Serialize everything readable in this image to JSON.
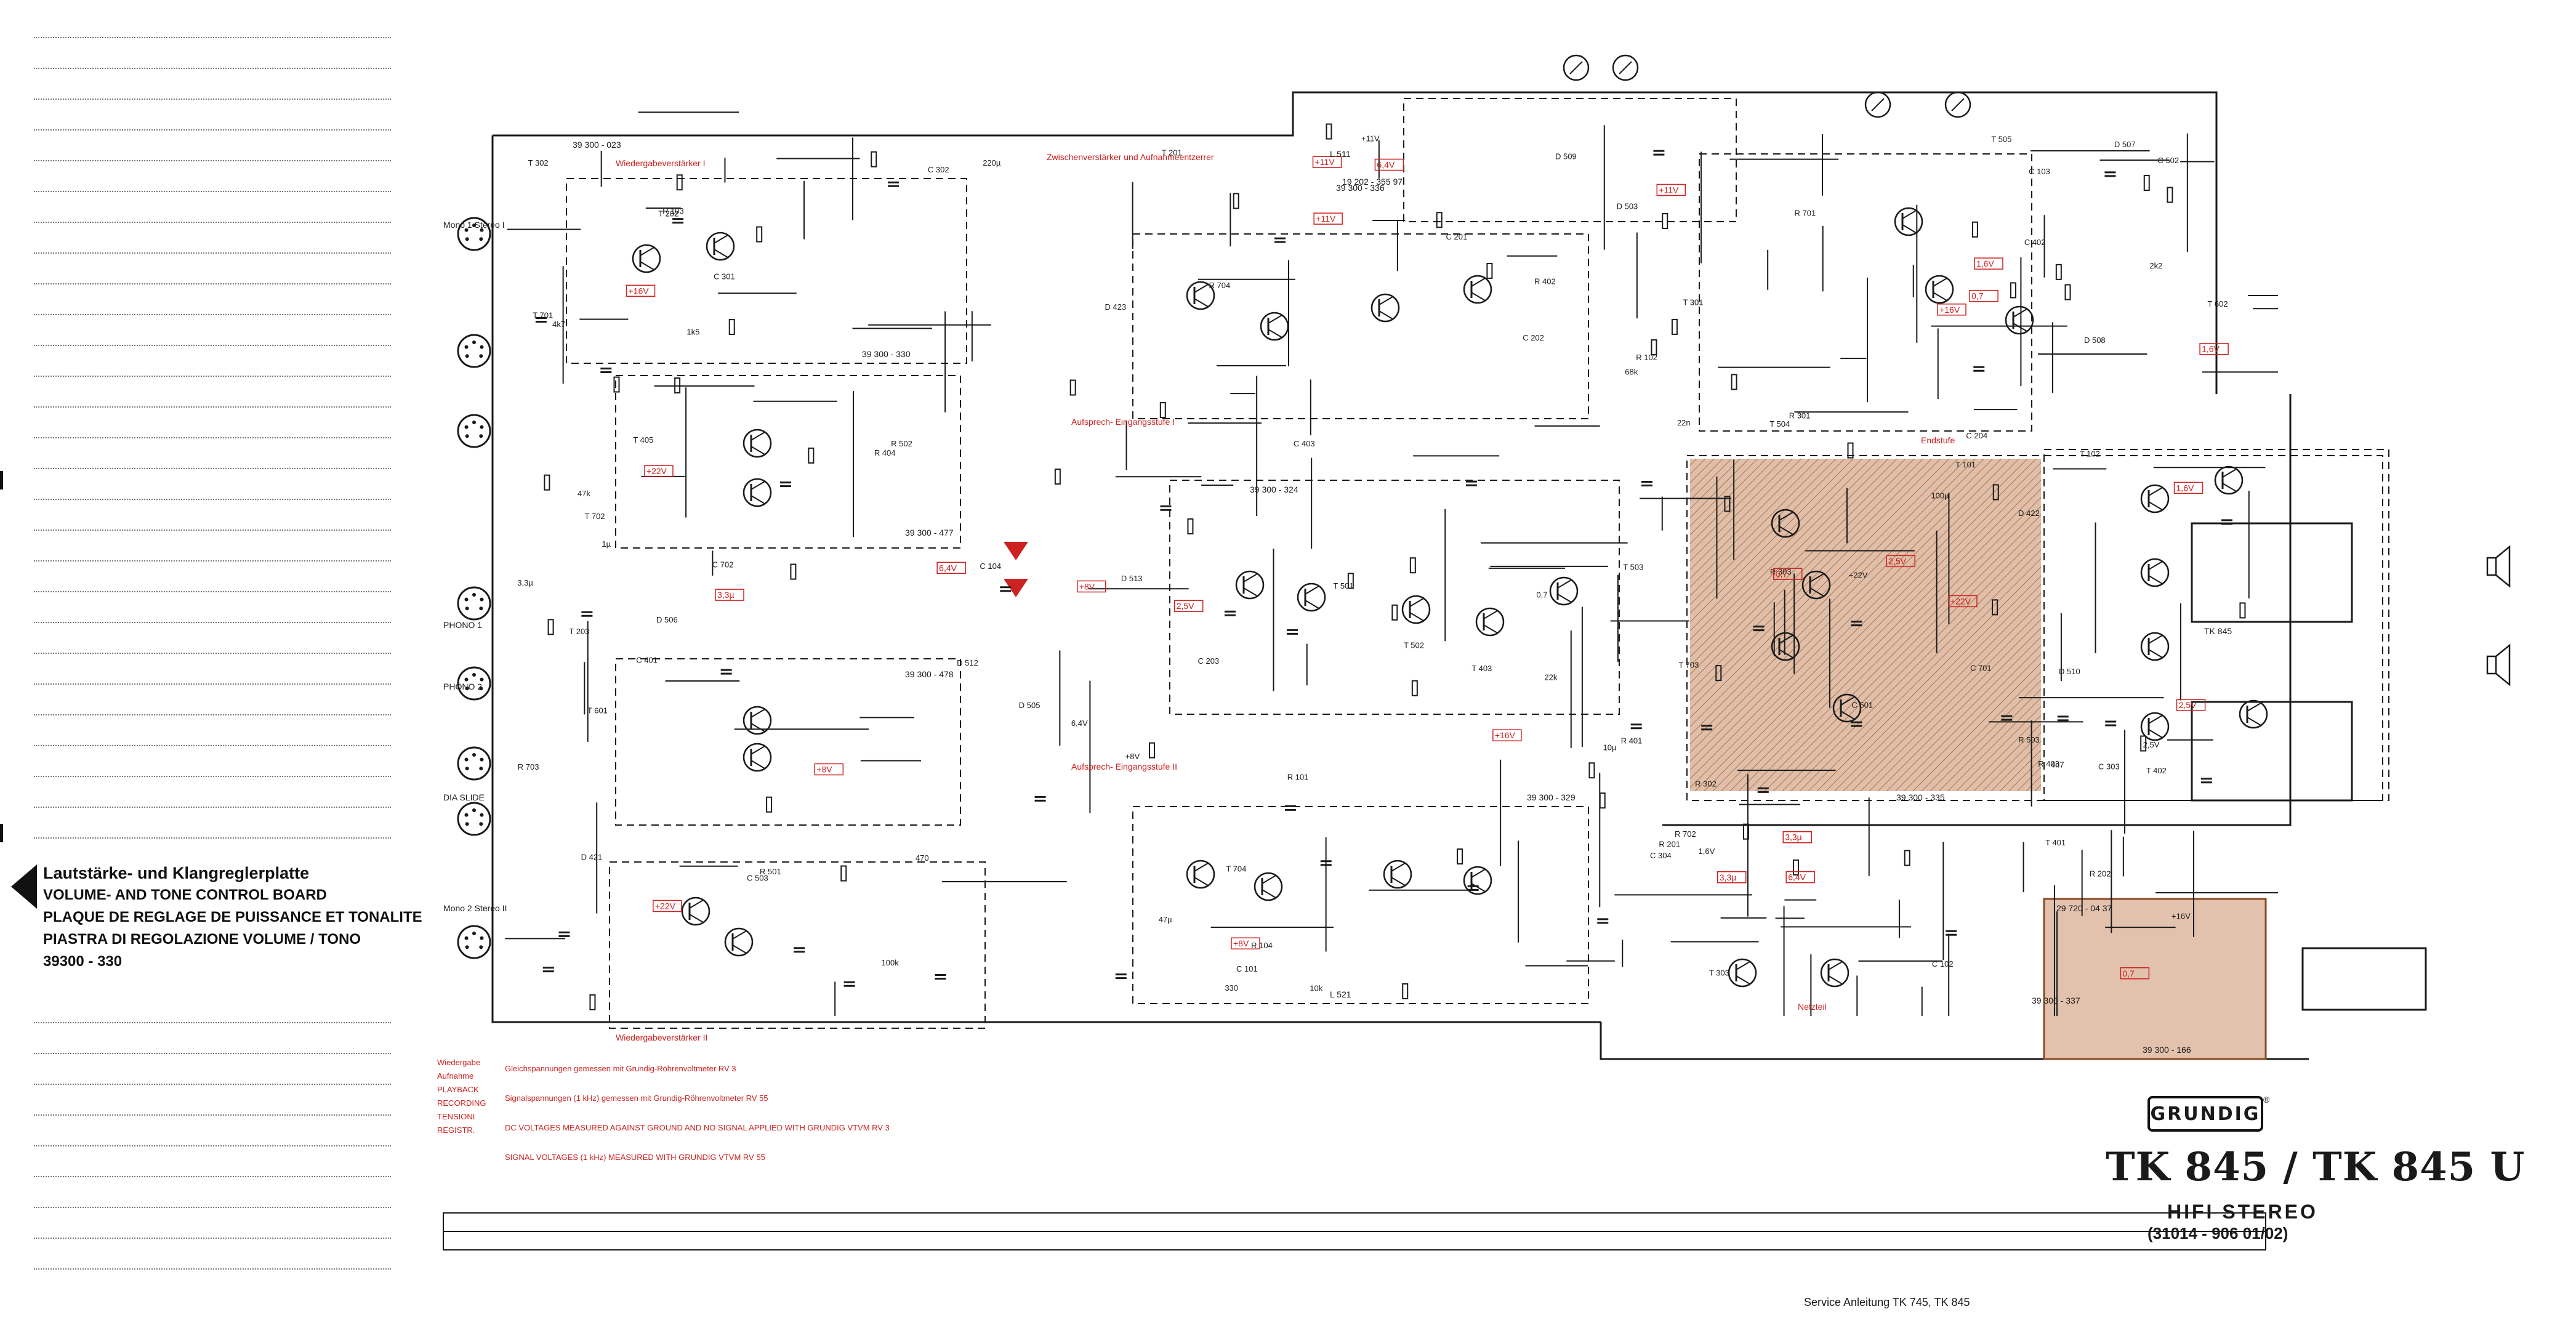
{
  "board_caption": {
    "lines": [
      "Lautstärke- und Klangreglerplatte",
      "VOLUME- AND TONE CONTROL BOARD",
      "PLAQUE DE REGLAGE DE PUISSANCE ET TONALITE",
      "PIASTRA DI REGOLAZIONE VOLUME / TONO",
      "39300 - 330"
    ]
  },
  "brand": "GRUNDIG",
  "model": "TK 845 / TK 845 U",
  "subtitle": "HIFI STEREO",
  "model_code": "(31014 - 906 01/02)",
  "footer": "Service Anleitung TK 745, TK 845",
  "board_labels": [
    "39 300 - 023",
    "39 300 - 330",
    "39 300 - 477",
    "39 300 - 478",
    "39 300 - 324",
    "39 300 - 336",
    "39 300 - 329",
    "39 300 - 335",
    "39 300 - 337",
    "29 720 - 04 37",
    "39 300 - 166",
    "L 511",
    "L 521",
    "19 202 - 355 97"
  ],
  "input_labels": [
    "Mono 1 Stereo I",
    "PHONO 1",
    "PHONO 2",
    "DIA SLIDE",
    "Mono 2 Stereo II",
    "TK 845"
  ],
  "red_callouts": [
    "Wiedergabeverstärker I",
    "Zwischenverstärker und Aufnahmeentzerrer",
    "Aufsprech- Eingangsstufe I",
    "Aufsprech- Eingangsstufe II",
    "Wiedergabeverstärker II",
    "Netzteil",
    "Endstufe"
  ],
  "semi_labels": [
    "T 101",
    "T 102",
    "T 201",
    "T 202",
    "T 203",
    "T 301",
    "T 302",
    "T 303",
    "T 401",
    "T 402",
    "T 403",
    "T 405",
    "T 501",
    "T 502",
    "T 503",
    "T 504",
    "T 505",
    "T 601",
    "T 602",
    "T 701",
    "T 702",
    "T 703",
    "T 704",
    "D 421",
    "D 422",
    "D 423",
    "D 503",
    "D 505",
    "D 506",
    "D 507",
    "D 508",
    "D 509",
    "D 510",
    "D 512",
    "D 513"
  ],
  "cap_labels": [
    "C 101",
    "C 102",
    "C 103",
    "C 104",
    "C 201",
    "C 202",
    "C 203",
    "C 204",
    "C 301",
    "C 302",
    "C 303",
    "C 304",
    "C 401",
    "C 402",
    "C 403",
    "C 501",
    "C 502",
    "C 503",
    "C 701",
    "C 702"
  ],
  "res_labels": [
    "R 101",
    "R 102",
    "R 103",
    "R 104",
    "R 201",
    "R 202",
    "R 301",
    "R 302",
    "R 303",
    "R 401",
    "R 402",
    "R 403",
    "R 404",
    "R 501",
    "R 502",
    "R 503",
    "R 701",
    "R 702",
    "R 703",
    "R 704"
  ],
  "values": [
    "4k7",
    "10k",
    "22k",
    "47k",
    "100k",
    "1k5",
    "68k",
    "2k2",
    "470",
    "330",
    "220µ",
    "100µ",
    "47µ",
    "10µ",
    "22n",
    "4n7",
    "3,3µ",
    "1µ",
    "+8V",
    "+11V",
    "+16V",
    "+22V",
    "0,7",
    "1,6V",
    "6,4V",
    "2,5V"
  ],
  "legend_notes": [
    "Wiedergabe",
    "Aufnahme",
    "PLAYBACK",
    "RECORDING",
    "TENSIONI",
    "REGISTR.",
    "Gleichspannungen gemessen mit Grundig-Röhrenvoltmeter RV 3",
    "Signalspannungen (1 kHz) gemessen mit Grundig-Röhrenvoltmeter RV 55",
    "DC VOLTAGES MEASURED AGAINST GROUND AND NO SIGNAL APPLIED WITH GRUNDIG VTVM RV 3",
    "SIGNAL VOLTAGES (1 kHz) MEASURED WITH GRUNDIG VTVM RV 55"
  ],
  "colors": {
    "ink": "#1a1a1a",
    "red": "#cc2222",
    "board_fill": "#d9b49a",
    "hatch": "#a4582a"
  }
}
